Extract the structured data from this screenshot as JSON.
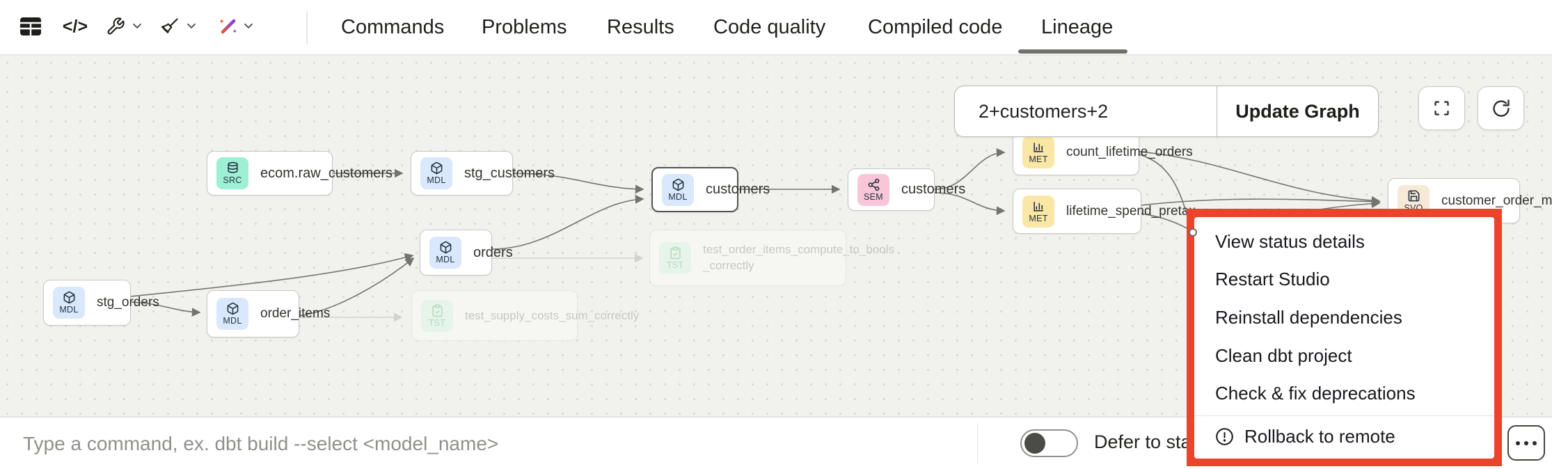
{
  "header": {
    "tabs": [
      "Commands",
      "Problems",
      "Results",
      "Code quality",
      "Compiled code",
      "Lineage"
    ],
    "active_tab": "Lineage",
    "toolbar_icons": [
      "table-icon",
      "code-icon",
      "wrench-icon",
      "broom-icon",
      "magic-wand-icon",
      "chevron-down-icon"
    ]
  },
  "graph": {
    "selector_value": "2+customers+2",
    "update_button_label": "Update Graph",
    "control_icons": [
      "fullscreen-icon",
      "refresh-icon"
    ],
    "nodes": [
      {
        "badge": "SRC",
        "label": "ecom.raw_customers"
      },
      {
        "badge": "MDL",
        "label": "stg_customers"
      },
      {
        "badge": "MDL",
        "label": "customers",
        "selected": true
      },
      {
        "badge": "SEM",
        "label": "customers"
      },
      {
        "badge": "MET",
        "label": "count_lifetime_orders"
      },
      {
        "badge": "MET",
        "label": "lifetime_spend_pretax"
      },
      {
        "badge": "SVQ",
        "label": "customer_order_metrics"
      },
      {
        "badge": "MDL",
        "label": "orders"
      },
      {
        "badge": "TST",
        "label": "test_order_items_compute_to_bools",
        "label2": "_correctly"
      },
      {
        "badge": "MDL",
        "label": "stg_orders"
      },
      {
        "badge": "MDL",
        "label": "order_items"
      },
      {
        "badge": "TST",
        "label": "test_supply_costs_sum_correctly"
      }
    ],
    "badge_icons": {
      "SRC": "database-icon",
      "MDL": "cube-icon",
      "SEM": "share-nodes-icon",
      "MET": "bar-chart-icon",
      "SVQ": "save-icon",
      "TST": "clipboard-check-icon"
    }
  },
  "context_menu": {
    "items": [
      "View status details",
      "Restart Studio",
      "Reinstall dependencies",
      "Clean dbt project",
      "Check & fix deprecations"
    ],
    "rollback_item": "Rollback to remote",
    "rollback_icon": "alert-circle-icon",
    "highlight_border_color": "#E8452C"
  },
  "bottom_bar": {
    "command_placeholder": "Type a command, ex. dbt build --select <model_name>",
    "defer_label_visible": "Defer to sta",
    "toggle_state": "off",
    "more_icon": "ellipsis-icon"
  },
  "colors": {
    "badge_src": "#9DF0D3",
    "badge_mdl": "#D9E8FC",
    "badge_sem": "#F8C6D7",
    "badge_met": "#FAE7A5",
    "badge_svq": "#F6E9D5",
    "badge_tst": "#E6F4E9",
    "menu_highlight": "#E8452C",
    "edge": "#74746E",
    "canvas_bg": "#F1F1EE"
  }
}
